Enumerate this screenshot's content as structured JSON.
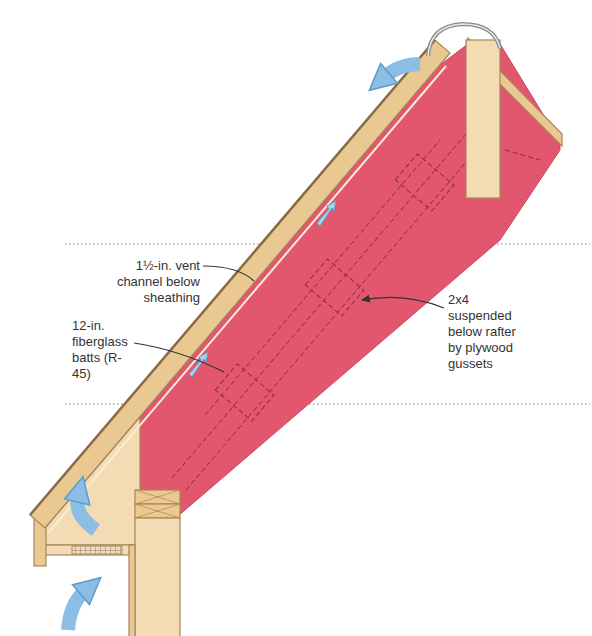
{
  "diagram": {
    "labels": [
      "1½-in. vent channel below sheathing",
      "12-in. fiberglass batts (R-45)",
      "2x4 suspended below rafter by plywood gussets"
    ]
  }
}
